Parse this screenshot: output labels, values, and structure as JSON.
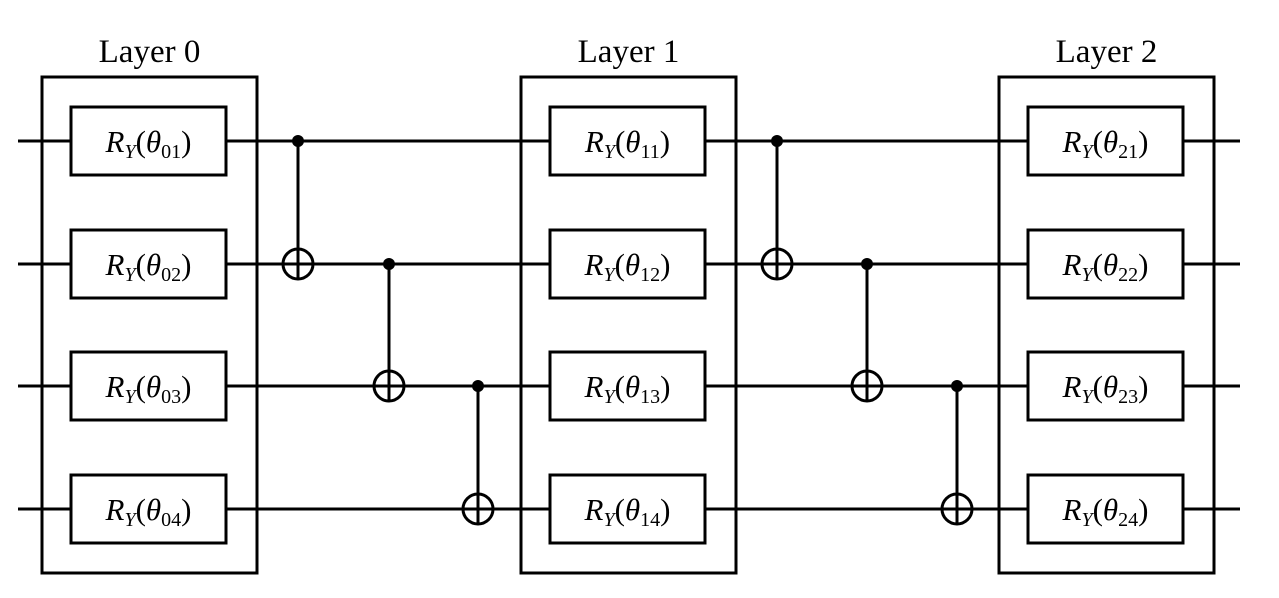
{
  "diagram": {
    "layers": [
      {
        "title": "Layer 0",
        "gates": [
          {
            "op": "R",
            "sub": "Y",
            "theta": "θ",
            "index": "01"
          },
          {
            "op": "R",
            "sub": "Y",
            "theta": "θ",
            "index": "02"
          },
          {
            "op": "R",
            "sub": "Y",
            "theta": "θ",
            "index": "03"
          },
          {
            "op": "R",
            "sub": "Y",
            "theta": "θ",
            "index": "04"
          }
        ]
      },
      {
        "title": "Layer 1",
        "gates": [
          {
            "op": "R",
            "sub": "Y",
            "theta": "θ",
            "index": "11"
          },
          {
            "op": "R",
            "sub": "Y",
            "theta": "θ",
            "index": "12"
          },
          {
            "op": "R",
            "sub": "Y",
            "theta": "θ",
            "index": "13"
          },
          {
            "op": "R",
            "sub": "Y",
            "theta": "θ",
            "index": "14"
          }
        ]
      },
      {
        "title": "Layer 2",
        "gates": [
          {
            "op": "R",
            "sub": "Y",
            "theta": "θ",
            "index": "21"
          },
          {
            "op": "R",
            "sub": "Y",
            "theta": "θ",
            "index": "22"
          },
          {
            "op": "R",
            "sub": "Y",
            "theta": "θ",
            "index": "23"
          },
          {
            "op": "R",
            "sub": "Y",
            "theta": "θ",
            "index": "24"
          }
        ]
      }
    ],
    "entanglers": [
      {
        "control": 1,
        "target": 2
      },
      {
        "control": 2,
        "target": 3
      },
      {
        "control": 3,
        "target": 4
      }
    ],
    "colors": {
      "ink": "#000000",
      "background": "#ffffff"
    }
  }
}
